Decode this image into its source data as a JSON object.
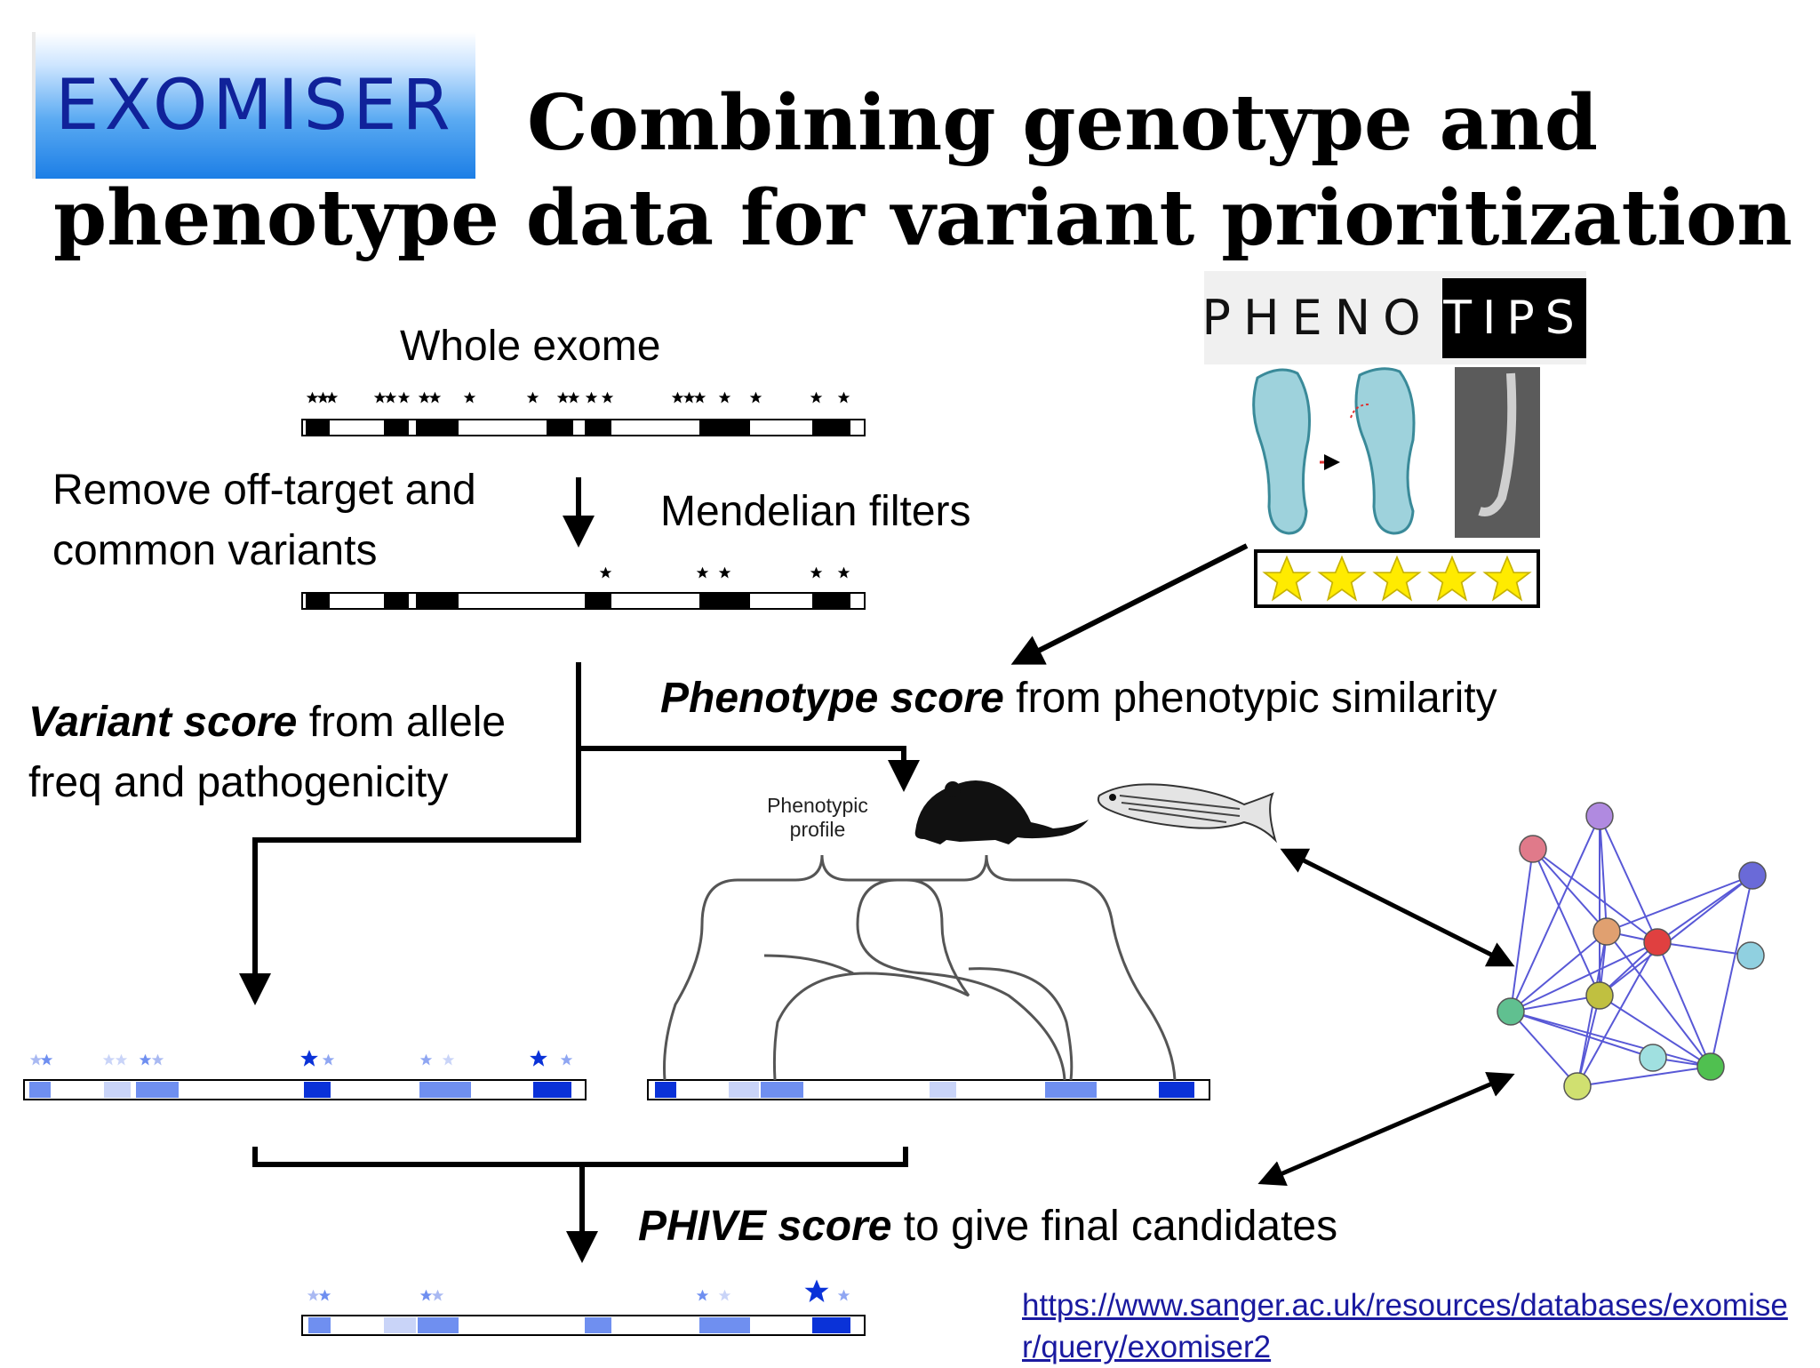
{
  "logo": {
    "text": "EXOMISER"
  },
  "title": {
    "line1": "Combining genotype and",
    "line2": "phenotype data for variant prioritization"
  },
  "labels": {
    "whole_exome": "Whole exome",
    "remove_line1": "Remove off-target and",
    "remove_line2": "common variants",
    "mendelian": "Mendelian filters",
    "variant_score_bold": "Variant score",
    "variant_score_rest1": " from allele",
    "variant_score_line2": "freq and pathogenicity",
    "phenotype_score_bold": "Phenotype score",
    "phenotype_score_rest": " from phenotypic similarity",
    "phenotypic_profile_line1": "Phenotypic",
    "phenotypic_profile_line2": "profile",
    "phive_bold": "PHIVE score",
    "phive_rest": " to give final candidates"
  },
  "phenotips": {
    "left": "PHENO",
    "right": "TIPS"
  },
  "rating_stars": {
    "value": 5,
    "max": 5,
    "color": "#ffeb00"
  },
  "url": "https://www.sanger.ac.uk/resources/databases/exomiser/query/exomiser2",
  "colors": {
    "exon_black": "#000000",
    "dark_blue": "#0a32d8",
    "mid_blue": "#6f8ff0",
    "light_blue": "#c9d4f8",
    "network_edge": "#3b3bd0"
  }
}
